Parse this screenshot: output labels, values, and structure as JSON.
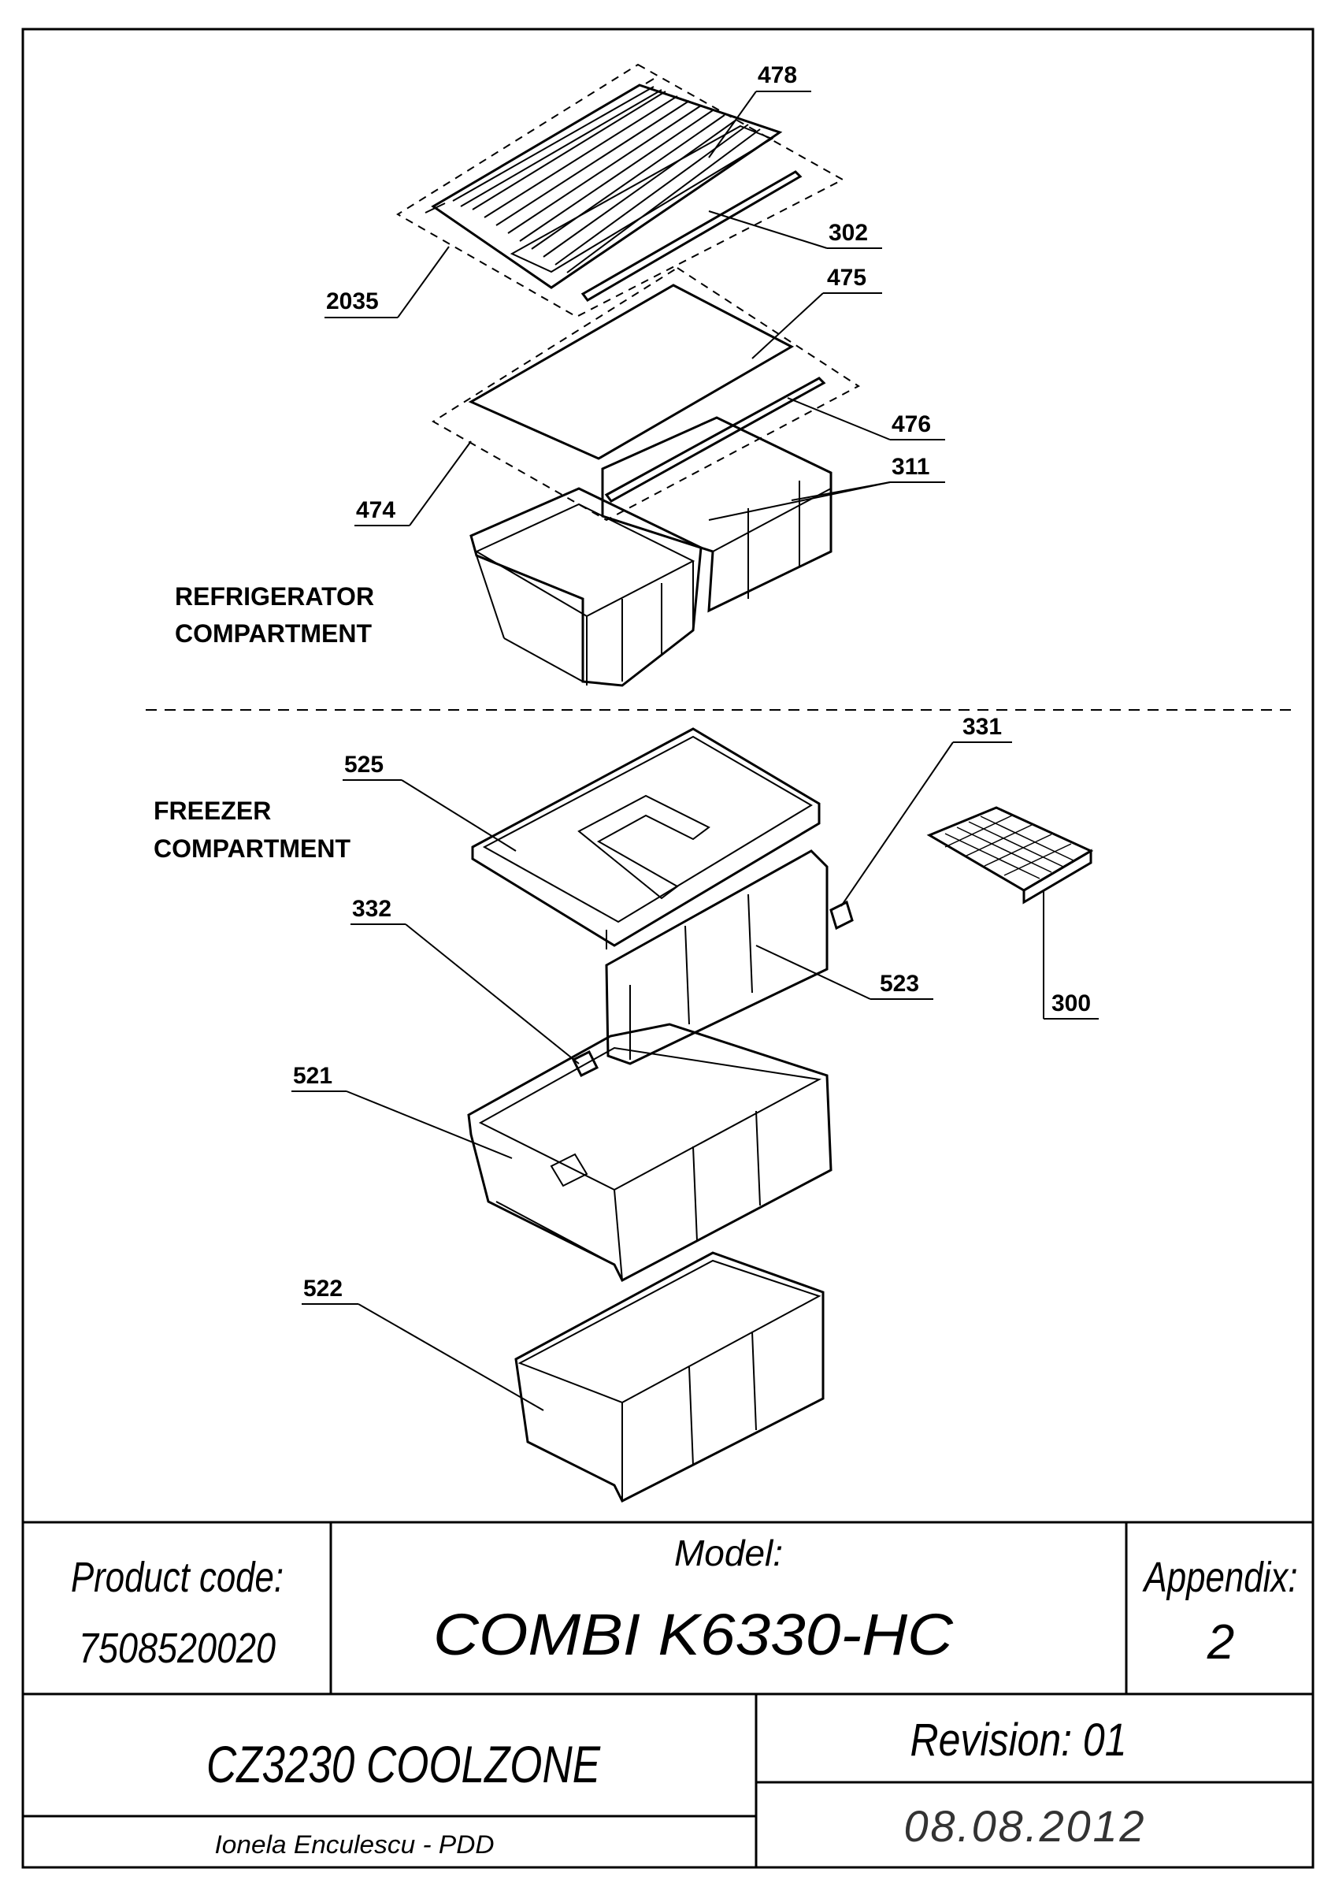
{
  "sections": {
    "refrigerator_line1": "REFRIGERATOR",
    "refrigerator_line2": "COMPARTMENT",
    "freezer_line1": "FREEZER",
    "freezer_line2": "COMPARTMENT"
  },
  "callouts": {
    "p478": "478",
    "p302": "302",
    "p2035": "2035",
    "p475": "475",
    "p476": "476",
    "p311": "311",
    "p474": "474",
    "p331": "331",
    "p525": "525",
    "p332": "332",
    "p523": "523",
    "p300": "300",
    "p521": "521",
    "p522": "522"
  },
  "title_block": {
    "product_code_label": "Product code:",
    "product_code_value": "7508520020",
    "model_label": "Model:",
    "model_value": "COMBI K6330-HC",
    "appendix_label": "Appendix:",
    "appendix_value": "2",
    "name": "CZ3230 COOLZONE",
    "revision": "Revision: 01",
    "author": "Ionela Enculescu - PDD",
    "date": "08.08.2012"
  }
}
